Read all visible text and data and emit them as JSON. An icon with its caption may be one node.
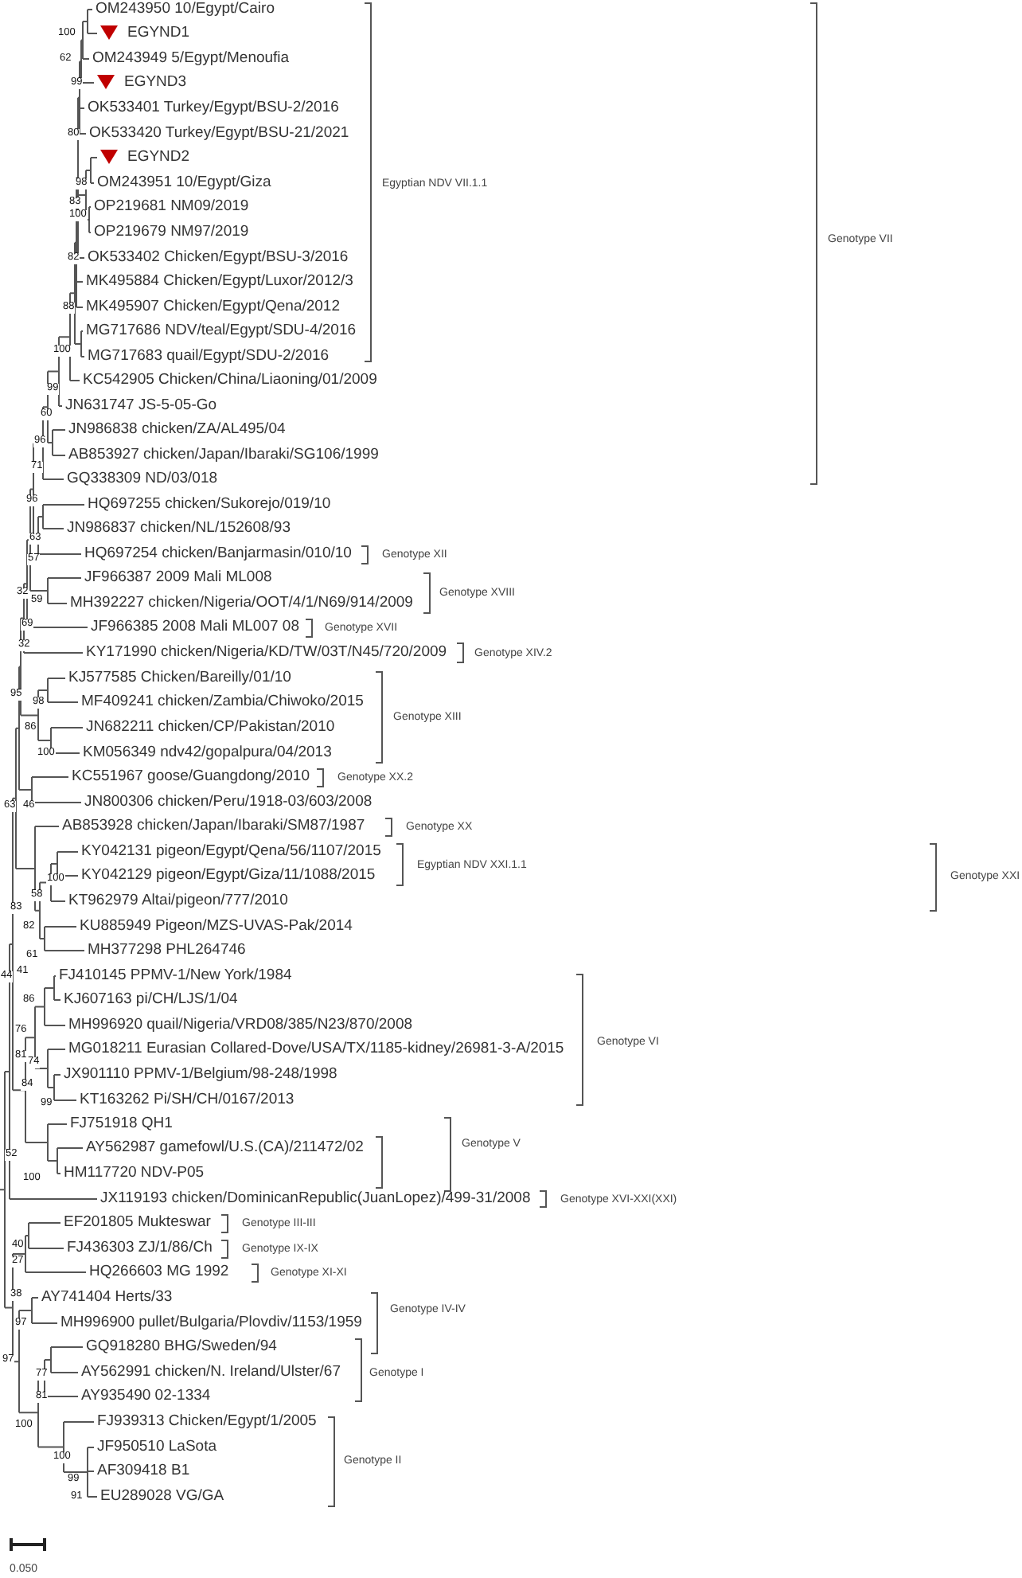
{
  "diagram": {
    "labels": [
      "OM243950 10/Egypt/Cairo",
      "100",
      "EGYND1",
      "62",
      "OM243949 5/Egypt/Menoufia",
      "99",
      "EGYND3",
      "OK533401 Turkey/Egypt/BSU-2/2016",
      "80",
      "OK533420 Turkey/Egypt/BSU-21/2021",
      "EGYND2",
      "98",
      "OM243951 10/Egypt/Giza",
      "Egyptian NDV VII.1.1",
      "83",
      "OP219681 NM09/2019",
      "100",
      "OP219679 NM97/2019",
      "Genotype VII",
      "82",
      "OK533402 Chicken/Egypt/BSU-3/2016",
      "MK495884 Chicken/Egypt/Luxor/2012/3",
      "88",
      "MK495907 Chicken/Egypt/Qena/2012",
      "MG717686 NDV/teal/Egypt/SDU-4/2016",
      "100",
      "MG717683 quail/Egypt/SDU-2/2016",
      "KC542905 Chicken/China/Liaoning/01/2009",
      "99",
      "JN631747 JS-5-05-Go",
      "60",
      "JN986838 chicken/ZA/AL495/04",
      "96",
      "AB853927 chicken/Japan/Ibaraki/SG106/1999",
      "71",
      "GQ338309 ND/03/018",
      "96",
      "HQ697255 chicken/Sukorejo/019/10",
      "JN986837 chicken/NL/152608/93",
      "63",
      "HQ697254 chicken/Banjarmasin/010/10",
      "57",
      "Genotype XII",
      "JF966387 2009 Mali ML008",
      "32",
      "Genotype XVIII",
      "59",
      "MH392227 chicken/Nigeria/OOT/4/1/N69/914/2009",
      "69",
      "JF966385 2008 Mali ML007 08",
      "Genotype XVII",
      "32",
      "KY171990 chicken/Nigeria/KD/TW/03T/N45/720/2009",
      "Genotype XIV.2",
      "KJ577585 Chicken/Bareilly/01/10",
      "95",
      "98",
      "MF409241 chicken/Zambia/Chiwoko/2015",
      "Genotype XIII",
      "86",
      "JN682211 chicken/CP/Pakistan/2010",
      "100",
      "KM056349 ndv42/gopalpura/04/2013",
      "KC551967 goose/Guangdong/2010",
      "Genotype XX.2",
      "63",
      "46",
      "JN800306 chicken/Peru/1918-03/603/2008",
      "AB853928 chicken/Japan/Ibaraki/SM87/1987",
      "Genotype XX",
      "KY042131 pigeon/Egypt/Qena/56/1107/2015",
      "Egyptian NDV XXI.1.1",
      "100",
      "KY042129 pigeon/Egypt/Giza/11/1088/2015",
      "Genotype XXI",
      "58",
      "KT962979 Altai/pigeon/777/2010",
      "83",
      "82",
      "KU885949 Pigeon/MZS-UVAS-Pak/2014",
      "MH377298 PHL264746",
      "61",
      "44",
      "41",
      "FJ410145 PPMV-1/New York/1984",
      "86",
      "KJ607163 pi/CH/LJS/1/04",
      "MH996920 quail/Nigeria/VRD08/385/N23/870/2008",
      "76",
      "Genotype VI",
      "MG018211 Eurasian Collared-Dove/USA/TX/1185-kidney/26981-3-A/2015",
      "81",
      "74",
      "JX901110 PPMV-1/Belgium/98-248/1998",
      "84",
      "KT163262 Pi/SH/CH/0167/2013",
      "99",
      "FJ751918 QH1",
      "Genotype V",
      "AY562987 gamefowl/U.S.(CA)/211472/02",
      "52",
      "HM117720 NDV-P05",
      "100",
      "JX119193 chicken/DominicanRepublic(JuanLopez)/499-31/2008",
      "Genotype XVI-XXI(XXI)",
      "EF201805 Mukteswar",
      "Genotype III-III",
      "40",
      "FJ436303 ZJ/1/86/Ch",
      "Genotype IX-IX",
      "27",
      "HQ266603 MG 1992",
      "Genotype XI-XI",
      "38",
      "AY741404 Herts/33",
      "Genotype IV-IV",
      "97",
      "MH996900 pullet/Bulgaria/Plovdiv/1153/1959",
      "GQ918280 BHG/Sweden/94",
      "97",
      "Genotype I",
      "77",
      "AY562991 chicken/N. Ireland/Ulster/67",
      "81",
      "AY935490 02-1334",
      "FJ939313 Chicken/Egypt/1/2005",
      "100",
      "JF950510 LaSota",
      "100",
      "Genotype II",
      "AF309418 B1",
      "99",
      "91",
      "EU289028 VG/GA",
      "0.050"
    ]
  }
}
